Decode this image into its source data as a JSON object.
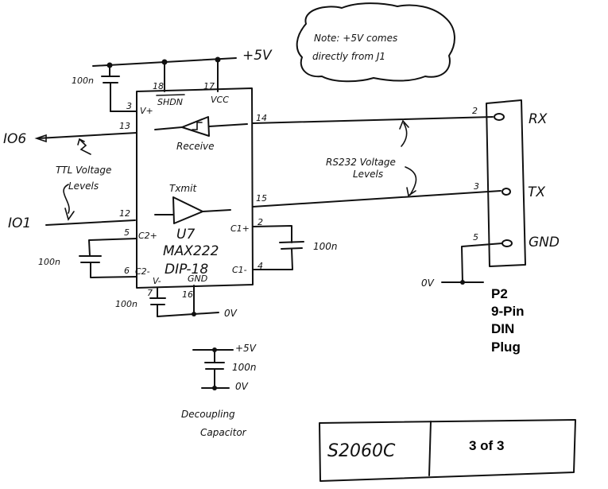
{
  "note": {
    "line1": "Note: +5V comes",
    "line2": "directly from J1"
  },
  "power": {
    "rail_label": "+5V",
    "ground_label": "0V"
  },
  "chip": {
    "ref": "U7",
    "part": "MAX222",
    "package": "DIP-18",
    "pins": {
      "vplus": {
        "num": "3",
        "name": "V+"
      },
      "shdn": {
        "num": "18",
        "name": "SHDN"
      },
      "vcc": {
        "num": "17",
        "name": "VCC"
      },
      "r_in": {
        "num": "14"
      },
      "r_out": {
        "num": "13"
      },
      "t_in": {
        "num": "12"
      },
      "t_out": {
        "num": "15"
      },
      "c1p": {
        "num": "2",
        "name": "C1+"
      },
      "c1m": {
        "num": "4",
        "name": "C1-"
      },
      "c2p": {
        "num": "5",
        "name": "C2+"
      },
      "c2m": {
        "num": "6",
        "name": "C2-"
      },
      "vminus": {
        "num": "7",
        "name": "V-"
      },
      "gnd": {
        "num": "16",
        "name": "GND"
      }
    },
    "receive_label": "Receive",
    "transmit_label": "Txmit"
  },
  "capacitors": {
    "c_vplus": "100n",
    "c_c1": "100n",
    "c_c2": "100n",
    "c_vminus": "100n"
  },
  "signals": {
    "io6": "IO6",
    "io1": "IO1",
    "ttl_line1": "TTL Voltage",
    "ttl_line2": "Levels",
    "rs232_line1": "RS232 Voltage",
    "rs232_line2": "Levels"
  },
  "connector": {
    "pins": [
      {
        "num": "2",
        "name": "RX"
      },
      {
        "num": "3",
        "name": "TX"
      },
      {
        "num": "5",
        "name": "GND"
      }
    ],
    "ground_label": "0V",
    "caption": [
      "P2",
      "9-Pin",
      "DIN",
      "Plug"
    ]
  },
  "decoupling": {
    "plus": "+5V",
    "value": "100n",
    "minus": "0V",
    "caption_line1": "Decoupling",
    "caption_line2": "Capacitor"
  },
  "title_block": {
    "drawing_id": "S2060C",
    "sheet": "3 of 3"
  }
}
